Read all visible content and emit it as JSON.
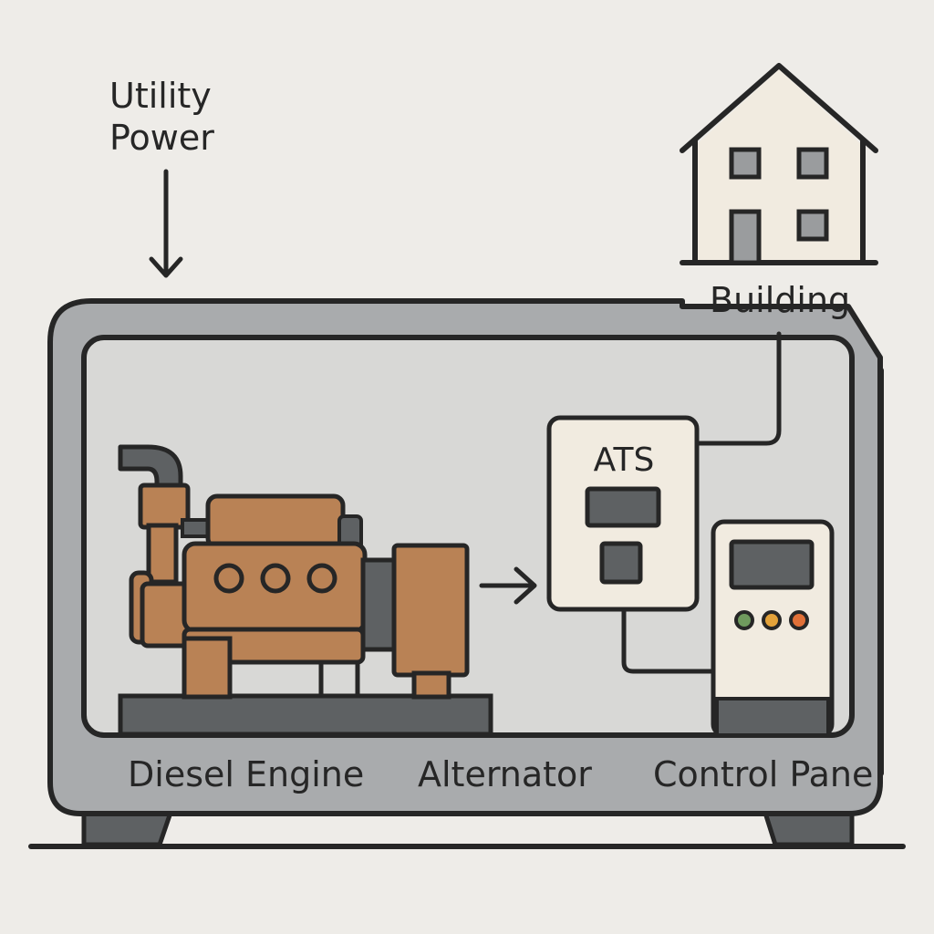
{
  "labels": {
    "utility_line1": "Utility",
    "utility_line2": "Power",
    "building": "Building",
    "ats": "ATS",
    "diesel_engine": "Diesel Engine",
    "alternator": "Alternator",
    "control_panel": "Control Pane"
  },
  "colors": {
    "background": "#eeece8",
    "outline": "#262626",
    "enclosure": "#a9abad",
    "enclosure_interior": "#d8d8d6",
    "engine": "#b98255",
    "dark_gray": "#5e6163",
    "light_panel": "#f1ebe0",
    "window_gray": "#9a9c9e",
    "led_green": "#6f9a5e",
    "led_amber": "#e3a23a",
    "led_red": "#e07038"
  },
  "icons": {
    "building": "house-icon",
    "utility_arrow": "down-arrow-icon",
    "flow_arrow": "right-arrow-icon"
  }
}
